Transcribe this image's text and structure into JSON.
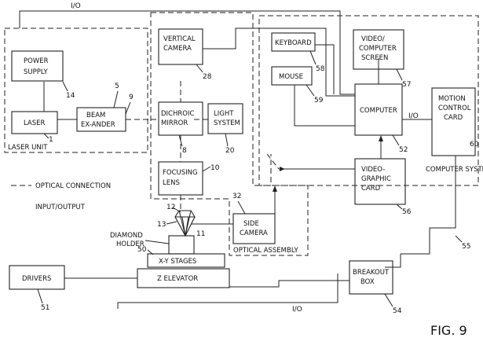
{
  "figure_label": "FIG. 9",
  "group_labels": {
    "laser_unit": "LASER UNIT",
    "optical_assembly": "OPTICAL ASSEMBLY",
    "computer_system": "COMPUTER SYSTEM"
  },
  "legend": {
    "optical": "OPTICAL CONNECTION",
    "io": "INPUT/OUTPUT"
  },
  "blocks": {
    "power_supply": [
      "POWER",
      "SUPPLY"
    ],
    "laser": [
      "LASER"
    ],
    "beam_expander": [
      "BEAM",
      "EX-ANDER"
    ],
    "vertical_camera": [
      "VERTICAL",
      "CAMERA"
    ],
    "dichroic_mirror": [
      "DICHROIC",
      "MIRROR"
    ],
    "light_system": [
      "LIGHT",
      "SYSTEM"
    ],
    "focusing_lens": [
      "FOCUSING",
      "LENS"
    ],
    "side_camera": [
      "SIDE",
      "CAMERA"
    ],
    "keyboard": [
      "KEYBOARD"
    ],
    "mouse": [
      "MOUSE"
    ],
    "video_screen": [
      "VIDEO/",
      "COMPUTER",
      "SCREEN"
    ],
    "computer": [
      "COMPUTER"
    ],
    "motion_control": [
      "MOTION",
      "CONTROL",
      "CARD"
    ],
    "video_graphic": [
      "VIDEO-",
      "GRAPHIC",
      "CARD"
    ],
    "breakout": [
      "BREAKOUT",
      "BOX"
    ],
    "drivers": [
      "DRIVERS"
    ],
    "xy_stages": [
      "X-Y STAGES"
    ],
    "z_elevator": [
      "Z ELEVATOR"
    ],
    "diamond_holder": [
      "DIAMOND",
      "HOLDER"
    ]
  },
  "io_labels": {
    "top": "I/O",
    "computer_motion": "I/O",
    "bottom": "I/O"
  },
  "refs": {
    "power_supply": "14",
    "laser": "1",
    "beam_expander": "5",
    "beam_expander_b": "9",
    "vertical_camera": "28",
    "dichroic_mirror": "8",
    "light_system": "20",
    "focusing_lens": "10",
    "side_camera": "32",
    "keyboard": "58",
    "mouse": "59",
    "video_screen": "57",
    "computer": "52",
    "motion_control": "60",
    "video_graphic": "56",
    "breakout": "54",
    "drivers": "51",
    "link_55": "55",
    "diamond_12": "12",
    "diamond_13": "13",
    "diamond_11": "11",
    "xy_stages": "50"
  }
}
